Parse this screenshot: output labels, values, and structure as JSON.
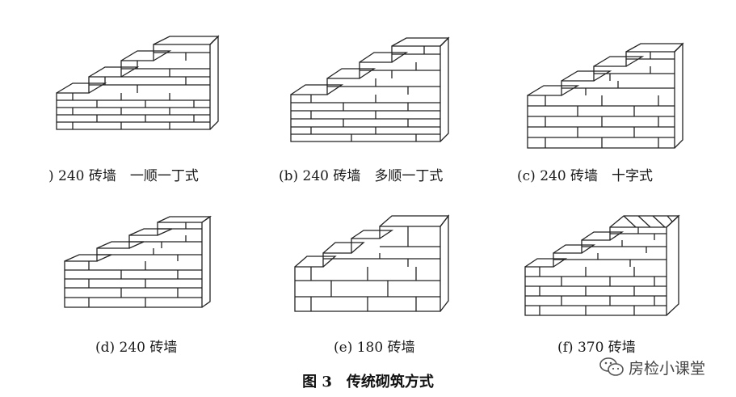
{
  "figures": [
    {
      "id": "a",
      "caption": ") 240 砖墙　一顺一丁式"
    },
    {
      "id": "b",
      "caption": "(b) 240 砖墙　多顺一丁式"
    },
    {
      "id": "c",
      "caption": "(c) 240 砖墙　十字式"
    },
    {
      "id": "d",
      "caption": "(d) 240 砖墙"
    },
    {
      "id": "e",
      "caption": "(e) 180 砖墙"
    },
    {
      "id": "f",
      "caption": "(f) 370 砖墙"
    }
  ],
  "figure_title": "图 3　传统砌筑方式",
  "watermark": {
    "text": "房检小课堂",
    "icon": "wechat-icon"
  }
}
